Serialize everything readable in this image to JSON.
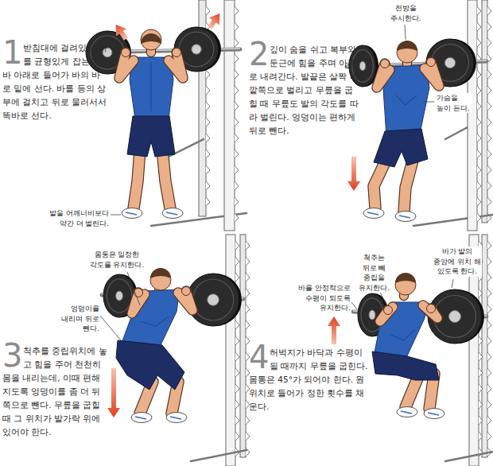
{
  "diagram": {
    "labels": [
      "1",
      "받침대에 걸려있는 바를 균형있게 잡는다. 바 아래로 들어가 바의 바로 밑에 선다. 바를 등의 상부에 걸치고 뒤로 물러서서 똑바로 선다.",
      "발을 어깨너비보다 약간 더 벌린다.",
      "2",
      "깊이 숨을 쉬고 복부와 둔근에 힘을 주며 아래로 내려간다. 발끝은 살짝 바깥쪽으로 벌리고 무릎을 굽힐 때 무릎도 발의 각도를 따라 벌린다. 엉덩이는 편하게 뒤로 뺀다.",
      "전방을 주시한다.",
      "가슴을 높이 든다.",
      "몸통은 일정한 각도를 유지한다.",
      "엉덩이를 내리며 뒤로 뺀다.",
      "3",
      "척추를 중립위치에 놓고 힘을 주어 천천히 몸을 내리는데, 이때 편해지도록 엉덩이를 좀 더 뒤쪽으로 뺀다. 무릎을 굽힐 때 그 위치가 발가락 위에 있어야 한다.",
      "척추는 뒤로 빼 중립을 유지한다.",
      "바가 발의 중앙에 위치 해 있도록 한다.",
      "바를 안정적으로 수평이 되도록 유지한다.",
      "4",
      "허벅지가 바닥과 수평이 될 때까지 무릎을 굽힌다. 몸통은 45°가 되어야 한다. 원위치로 들어가 정한 횟수를 채운다."
    ]
  }
}
